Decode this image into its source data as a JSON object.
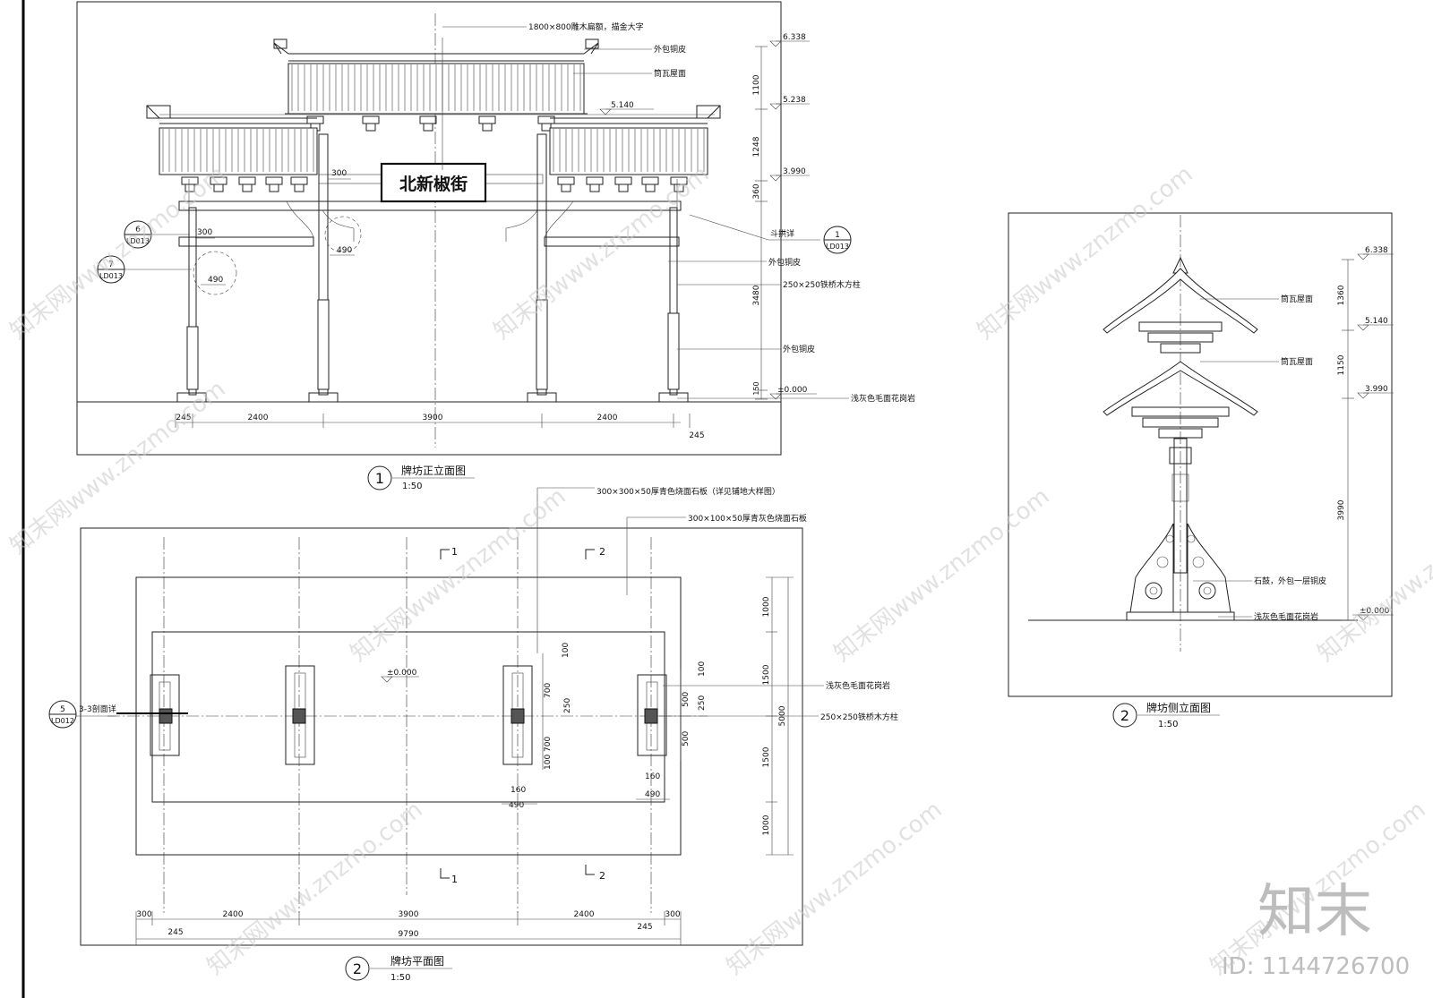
{
  "front_elevation": {
    "sign_text": "北新椒街",
    "title_num": "1",
    "title": "牌坊正立面图",
    "scale": "1:50",
    "notes": {
      "plaque": "1800×800雕木扁额，描金大字",
      "copper_1": "外包铜皮",
      "tile_roof": "筒瓦屋面",
      "bracket": "斗拱详",
      "copper_2": "外包铜皮",
      "column": "250×250铁桥木方柱",
      "copper_3": "外包铜皮",
      "granite": "浅灰色毛面花岗岩"
    },
    "elevations": [
      "6.338",
      "5.238",
      "5.140",
      "3.990",
      "±0.000"
    ],
    "vertical_dims": [
      "1100",
      "1248",
      "360",
      "3480",
      "150"
    ],
    "horizontal_dims": [
      "245",
      "2400",
      "3900",
      "2400",
      "245"
    ],
    "local_dims": [
      "300",
      "300",
      "490",
      "490"
    ],
    "detail_refs": [
      {
        "num": "6",
        "sheet": "LD013"
      },
      {
        "num": "7",
        "sheet": "LD013"
      },
      {
        "num": "1",
        "sheet": "LD013"
      }
    ]
  },
  "plan": {
    "title_num": "2",
    "title": "牌坊平面图",
    "scale": "1:50",
    "notes": {
      "tile1": "300×300×50厚青色烧面石板（详见铺地大样图）",
      "tile2": "300×100×50厚青灰色烧面石板",
      "granite": "浅灰色毛面花岗岩",
      "column": "250×250铁桥木方柱"
    },
    "section_marks": [
      "1",
      "2",
      "1",
      "2"
    ],
    "level": "±0.000",
    "section_ref": {
      "num": "5",
      "sheet": "LD012",
      "label": "3-3剖面详"
    },
    "bottom_dims": [
      "300",
      "2400",
      "3900",
      "2400",
      "300"
    ],
    "small_dims": [
      "245",
      "245"
    ],
    "total": "9790",
    "right_dims": [
      "1000",
      "1500",
      "1500",
      "1000"
    ],
    "right_total": "5000",
    "inner_dims": [
      "100",
      "700",
      "250",
      "700",
      "100",
      "100",
      "500",
      "250",
      "500",
      "160",
      "490",
      "160",
      "490"
    ]
  },
  "side_elevation": {
    "title_num": "2",
    "title": "牌坊侧立面图",
    "scale": "1:50",
    "notes": {
      "roof1": "筒瓦屋面",
      "roof2": "筒瓦屋面",
      "drum": "石鼓，外包一层铜皮",
      "granite": "浅灰色毛面花岗岩"
    },
    "elevations": [
      "6.338",
      "5.140",
      "3.990",
      "±0.000"
    ],
    "vertical_dims": [
      "1360",
      "1150",
      "3990"
    ]
  },
  "watermark": {
    "text": "知末网www.znzmo.com",
    "brand": "知末",
    "id": "ID: 1144726700"
  }
}
